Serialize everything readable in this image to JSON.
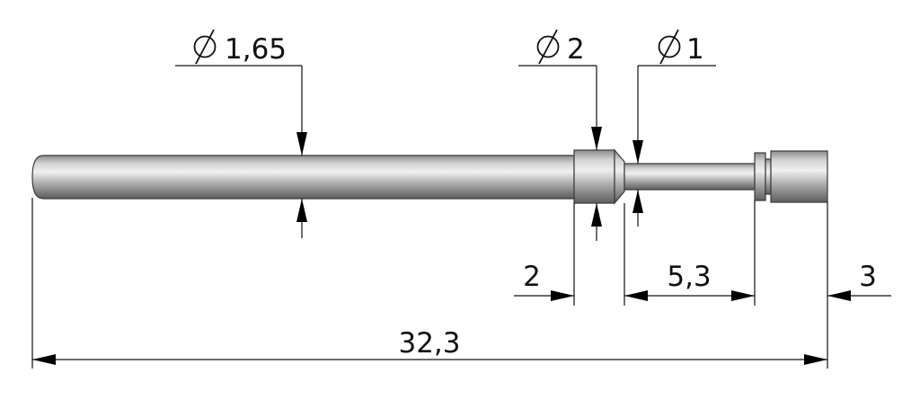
{
  "dimensions": {
    "overall_length": "32,3",
    "seg_collar_length": "2",
    "seg_neck_length": "5,3",
    "seg_head_length": "3",
    "dia_shaft": "1,65",
    "dia_collar": "2",
    "dia_neck": "1"
  },
  "colors": {
    "line": "#111111",
    "metal_dark": "#7a7a7a",
    "metal_mid": "#b8b8b8",
    "metal_light": "#e6e6e6"
  }
}
